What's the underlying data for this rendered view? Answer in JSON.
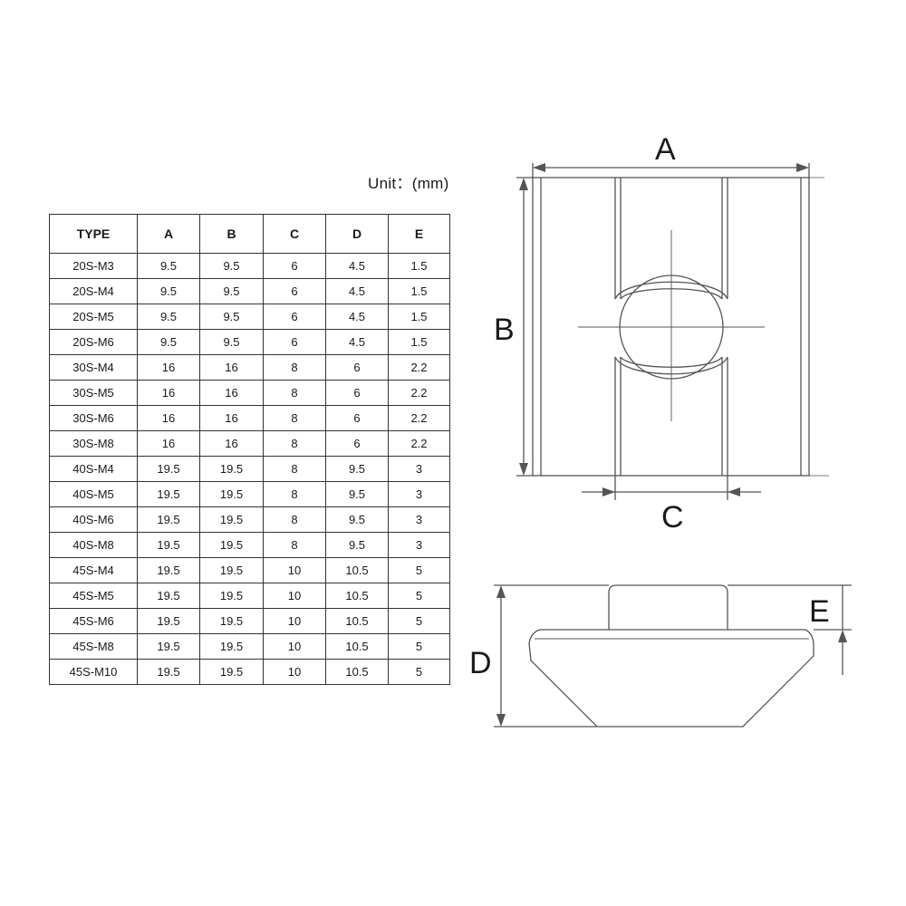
{
  "unit_label": "Unit：(mm)",
  "table": {
    "headers": [
      "TYPE",
      "A",
      "B",
      "C",
      "D",
      "E"
    ],
    "rows": [
      [
        "20S-M3",
        "9.5",
        "9.5",
        "6",
        "4.5",
        "1.5"
      ],
      [
        "20S-M4",
        "9.5",
        "9.5",
        "6",
        "4.5",
        "1.5"
      ],
      [
        "20S-M5",
        "9.5",
        "9.5",
        "6",
        "4.5",
        "1.5"
      ],
      [
        "20S-M6",
        "9.5",
        "9.5",
        "6",
        "4.5",
        "1.5"
      ],
      [
        "30S-M4",
        "16",
        "16",
        "8",
        "6",
        "2.2"
      ],
      [
        "30S-M5",
        "16",
        "16",
        "8",
        "6",
        "2.2"
      ],
      [
        "30S-M6",
        "16",
        "16",
        "8",
        "6",
        "2.2"
      ],
      [
        "30S-M8",
        "16",
        "16",
        "8",
        "6",
        "2.2"
      ],
      [
        "40S-M4",
        "19.5",
        "19.5",
        "8",
        "9.5",
        "3"
      ],
      [
        "40S-M5",
        "19.5",
        "19.5",
        "8",
        "9.5",
        "3"
      ],
      [
        "40S-M6",
        "19.5",
        "19.5",
        "8",
        "9.5",
        "3"
      ],
      [
        "40S-M8",
        "19.5",
        "19.5",
        "8",
        "9.5",
        "3"
      ],
      [
        "45S-M4",
        "19.5",
        "19.5",
        "10",
        "10.5",
        "5"
      ],
      [
        "45S-M5",
        "19.5",
        "19.5",
        "10",
        "10.5",
        "5"
      ],
      [
        "45S-M6",
        "19.5",
        "19.5",
        "10",
        "10.5",
        "5"
      ],
      [
        "45S-M8",
        "19.5",
        "19.5",
        "10",
        "10.5",
        "5"
      ],
      [
        "45S-M10",
        "19.5",
        "19.5",
        "10",
        "10.5",
        "5"
      ]
    ]
  },
  "diagram": {
    "labels": {
      "a": "A",
      "b": "B",
      "c": "C",
      "d": "D",
      "e": "E"
    },
    "line_color": "#555555"
  }
}
